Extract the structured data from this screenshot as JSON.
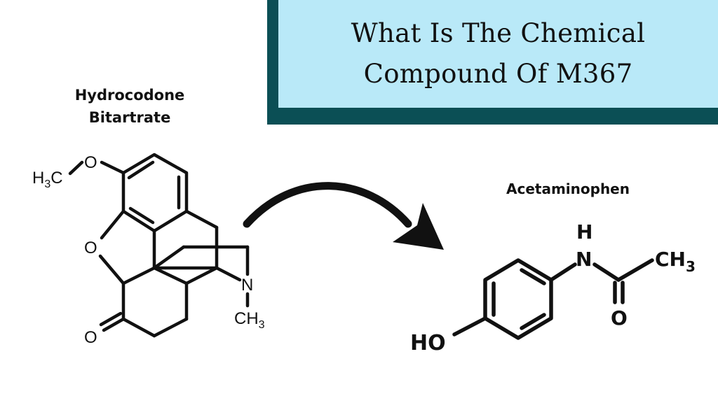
{
  "title": {
    "line1": "What Is The Chemical",
    "line2": "Compound Of M367"
  },
  "hydrocodone": {
    "name_line1": "Hydrocodone",
    "name_line2": "Bitartrate",
    "atoms": {
      "h3c_h": "H",
      "h3c_sub": "3",
      "h3c_c": "C",
      "o_methoxy": "O",
      "o_ring": "O",
      "o_ketone": "O",
      "n": "N",
      "ch3_c": "CH",
      "ch3_sub": "3"
    }
  },
  "acetaminophen": {
    "name": "Acetaminophen",
    "atoms": {
      "h": "H",
      "n": "N",
      "ch3_c": "CH",
      "ch3_sub": "3",
      "o": "O",
      "ho": "HO"
    }
  },
  "colors": {
    "title_bg": "#b9e9f8",
    "title_border": "#0b4f55",
    "ink": "#111111"
  }
}
